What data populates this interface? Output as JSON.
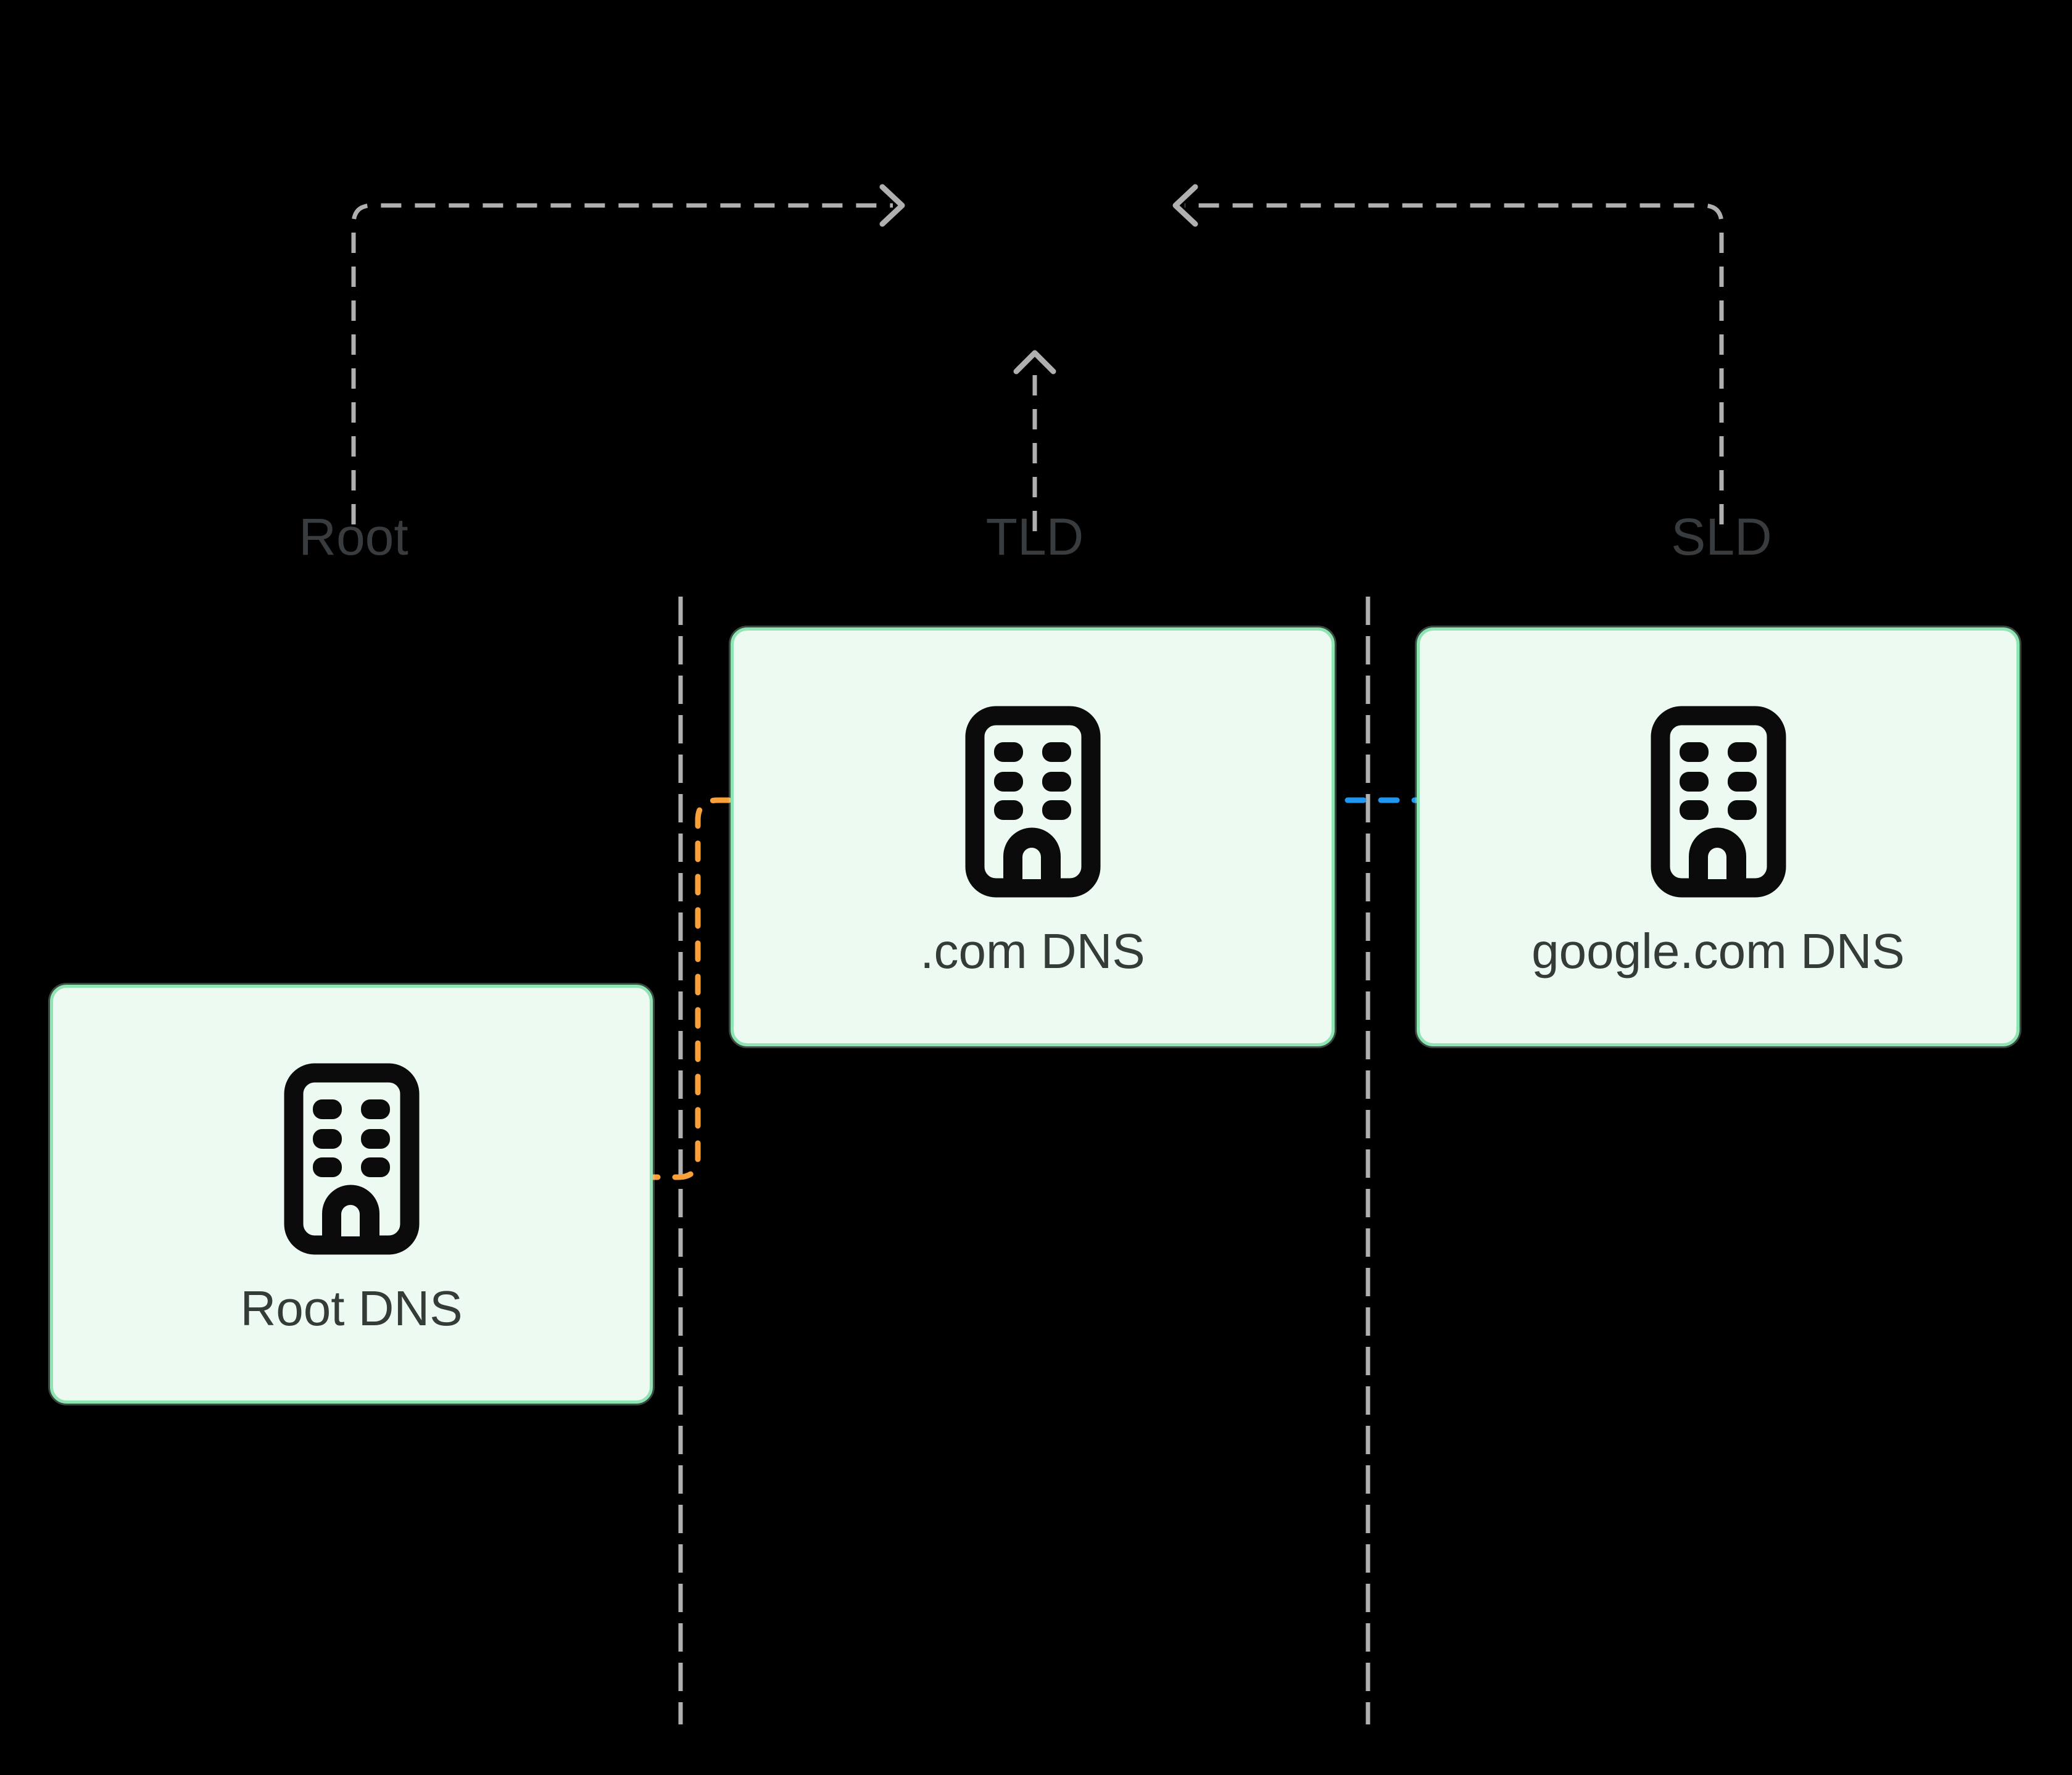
{
  "lanes": [
    {
      "id": "root",
      "label": "Root"
    },
    {
      "id": "tld",
      "label": "TLD"
    },
    {
      "id": "sld",
      "label": "SLD"
    }
  ],
  "nodes": [
    {
      "id": "root-dns",
      "label": "Root DNS",
      "lane": "Root",
      "icon": "building-icon"
    },
    {
      "id": "com-dns",
      "label": ".com DNS",
      "lane": "TLD",
      "icon": "building-icon"
    },
    {
      "id": "google-com-dns",
      "label": "google.com DNS",
      "lane": "SLD",
      "icon": "building-icon"
    }
  ],
  "arrows": [
    {
      "id": "root-to-tld",
      "from": "Root DNS",
      "to": ".com DNS",
      "style": "dashed",
      "color": "#f9a138"
    },
    {
      "id": "tld-to-sld",
      "from": ".com DNS",
      "to": "google.com DNS",
      "style": "dashed",
      "color": "#1f97f1"
    },
    {
      "id": "root-lane-guide",
      "from": "Root",
      "to": "TLD",
      "style": "dashed",
      "color": "#b0b0b0"
    },
    {
      "id": "sld-lane-guide",
      "from": "SLD",
      "to": "TLD",
      "style": "dashed",
      "color": "#b0b0b0"
    },
    {
      "id": "tld-up-guide",
      "from": "TLD",
      "to": "up",
      "style": "dashed",
      "color": "#b0b0b0"
    }
  ],
  "colors": {
    "bg": "#000000",
    "node_fill": "#edfaf2",
    "node_border": "#8ee5b2",
    "node_text": "#353b37",
    "lane_label": "#383c3f",
    "icon": "#0b0b0b",
    "line_gray": "#b0b0b0",
    "line_orange": "#f9a138",
    "line_blue": "#1f97f1"
  }
}
